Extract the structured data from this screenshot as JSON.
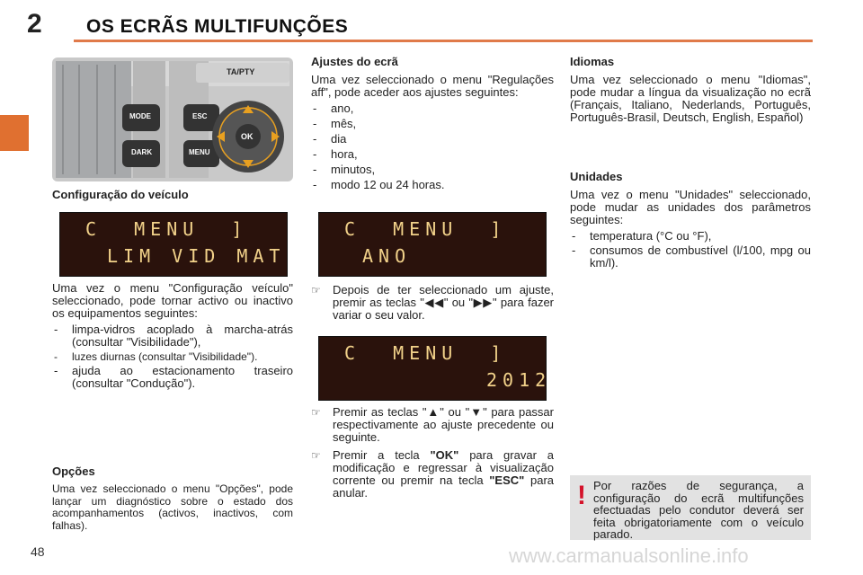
{
  "header": {
    "chapter_number": "2",
    "title": "OS ECRÃS MULTIFUNÇÕES"
  },
  "page_number": "48",
  "colors": {
    "accent": "#e07030",
    "warning": "#d4122a",
    "screen_bg": "#2a120c",
    "screen_text": "#f2d28a"
  },
  "col1": {
    "panel": {
      "mode": "MODE",
      "dark": "DARK",
      "esc": "ESC",
      "menu": "MENU",
      "ok": "OK",
      "ta_pty": "TA/PTY"
    },
    "caption": "Configuração do veículo",
    "screen": {
      "row1": "C  MENU  ]",
      "row2": "LIM VID MAT"
    },
    "intro": "Uma vez o menu \"Configuração veículo\" seleccionado, pode tornar activo ou inactivo os equipamentos seguintes:",
    "items": [
      "limpa-vidros acoplado à marcha-atrás (consultar \"Visibilidade\"),",
      "luzes diurnas (consultar \"Visibilidade\").",
      "ajuda ao estacionamento traseiro (consultar \"Condução\")."
    ],
    "options_title": "Opções",
    "options_text": "Uma vez seleccionado o menu \"Opções\", pode lançar um diagnóstico sobre o estado dos acompanhamentos (activos, inactivos, com falhas)."
  },
  "col2": {
    "title": "Ajustes do ecrã",
    "intro": "Uma vez seleccionado o menu \"Regulações aff\", pode aceder aos ajustes seguintes:",
    "items": [
      "ano,",
      "mês,",
      "dia",
      "hora,",
      "minutos,",
      "modo 12 ou 24 horas."
    ],
    "screen1": {
      "row1": "C  MENU  ]",
      "row2": "ANO"
    },
    "bullet1": "Depois de ter seleccionado um ajuste, premir as teclas \"◀◀\" ou \"▶▶\" para fazer variar o seu valor.",
    "screen2": {
      "row1": "C  MENU  ]",
      "row2": "2012"
    },
    "bullet2": "Premir as teclas \"▲\" ou \"▼\" para passar respectivamente ao ajuste precedente ou seguinte.",
    "bullet3_pre": "Premir a tecla ",
    "bullet3_ok": "\"OK\"",
    "bullet3_mid": " para gravar a modificação e regressar à visualização corrente ou premir na tecla ",
    "bullet3_esc": "\"ESC\"",
    "bullet3_post": " para anular."
  },
  "col3": {
    "lang_title": "Idiomas",
    "lang_text": "Uma vez seleccionado o menu \"Idiomas\", pode mudar a língua da visualização no ecrã (Français, Italiano, Nederlands, Português, Português-Brasil, Deutsch, English, Español)",
    "units_title": "Unidades",
    "units_text": "Uma vez o menu \"Unidades\" seleccionado, pode mudar as unidades dos parâmetros seguintes:",
    "units_items": [
      "temperatura (°C ou °F),",
      "consumos de combustível (l/100, mpg ou km/l)."
    ],
    "warning_mark": "!",
    "warning_text": "Por razões de segurança, a configuração do ecrã multifunções efectuadas pelo condutor deverá ser feita obrigatoriamente com o veículo parado."
  },
  "watermark": "www.carmanualsonline.info"
}
